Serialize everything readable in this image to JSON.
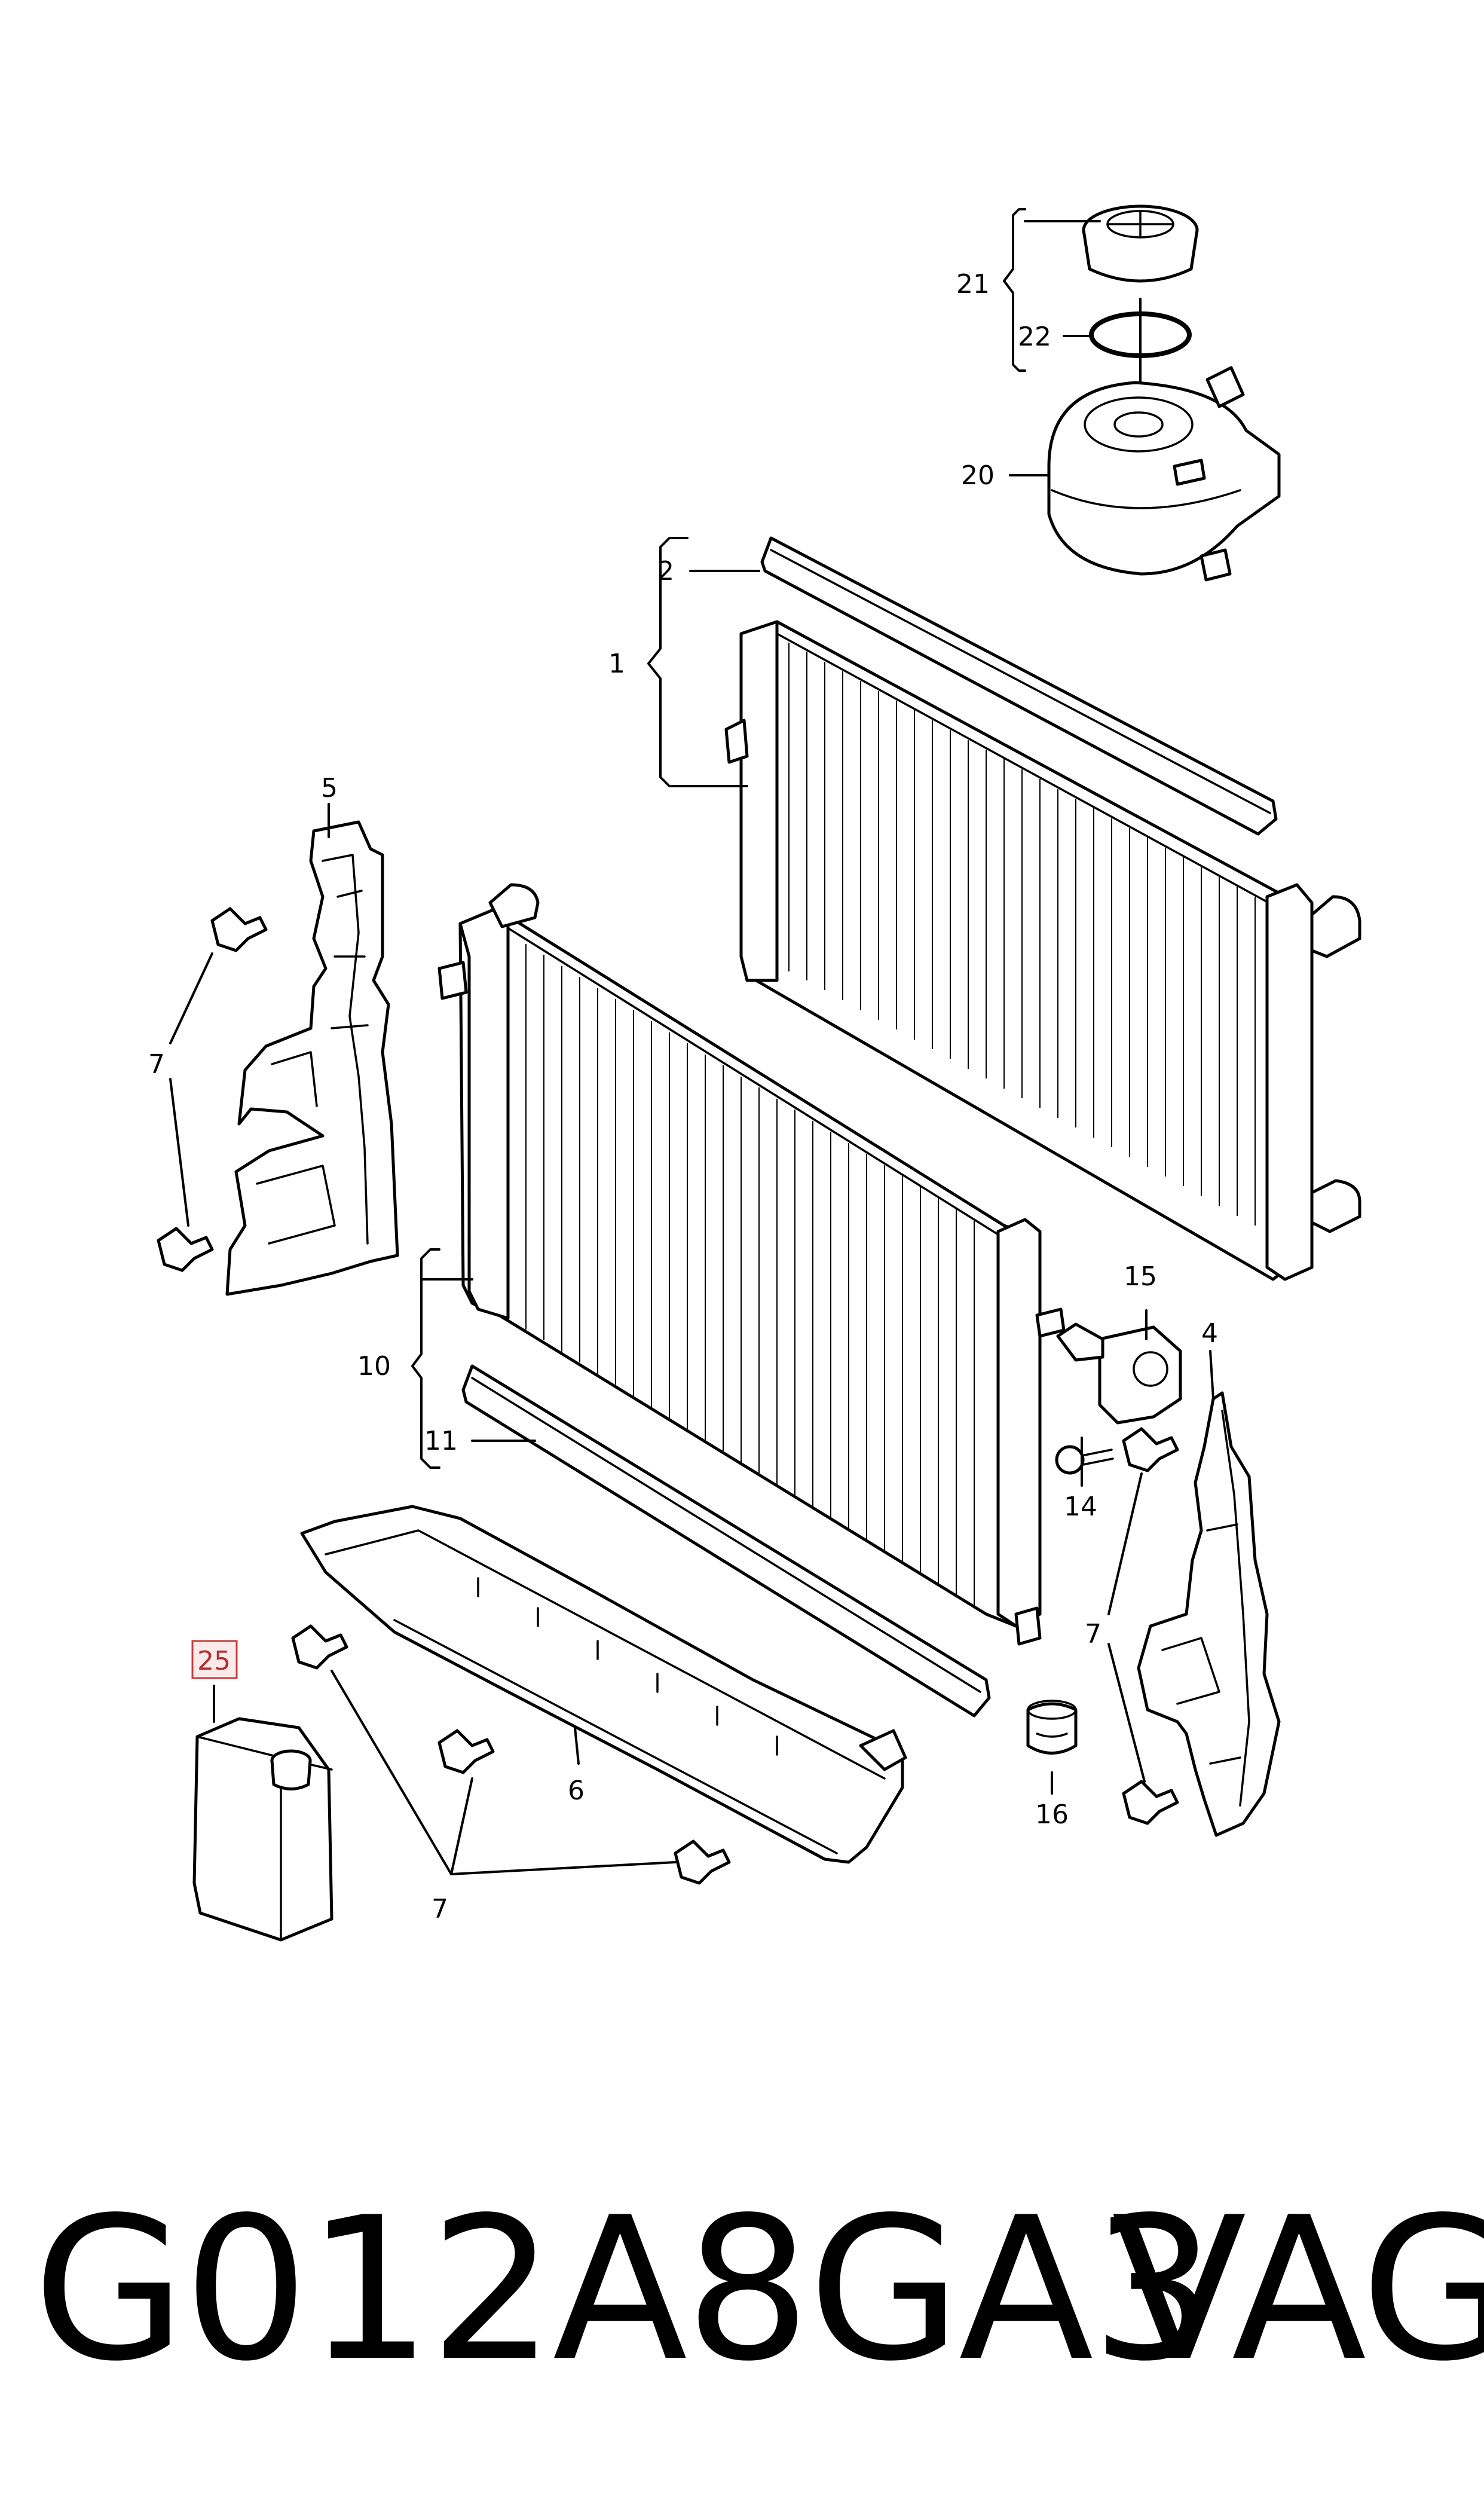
{
  "diagram": {
    "callouts": [
      {
        "id": "c1",
        "label": "1"
      },
      {
        "id": "c2",
        "label": "2"
      },
      {
        "id": "c4",
        "label": "4"
      },
      {
        "id": "c5",
        "label": "5"
      },
      {
        "id": "c6",
        "label": "6"
      },
      {
        "id": "c7a",
        "label": "7"
      },
      {
        "id": "c7b",
        "label": "7"
      },
      {
        "id": "c7c",
        "label": "7"
      },
      {
        "id": "c10",
        "label": "10"
      },
      {
        "id": "c11",
        "label": "11"
      },
      {
        "id": "c14",
        "label": "14"
      },
      {
        "id": "c15",
        "label": "15"
      },
      {
        "id": "c16",
        "label": "16"
      },
      {
        "id": "c20",
        "label": "20"
      },
      {
        "id": "c21",
        "label": "21"
      },
      {
        "id": "c22",
        "label": "22"
      },
      {
        "id": "c25",
        "label": "25"
      }
    ],
    "highlight_color": "#c04040"
  },
  "footer": {
    "part_code": "G012A8GA3",
    "brand": "VAG"
  }
}
